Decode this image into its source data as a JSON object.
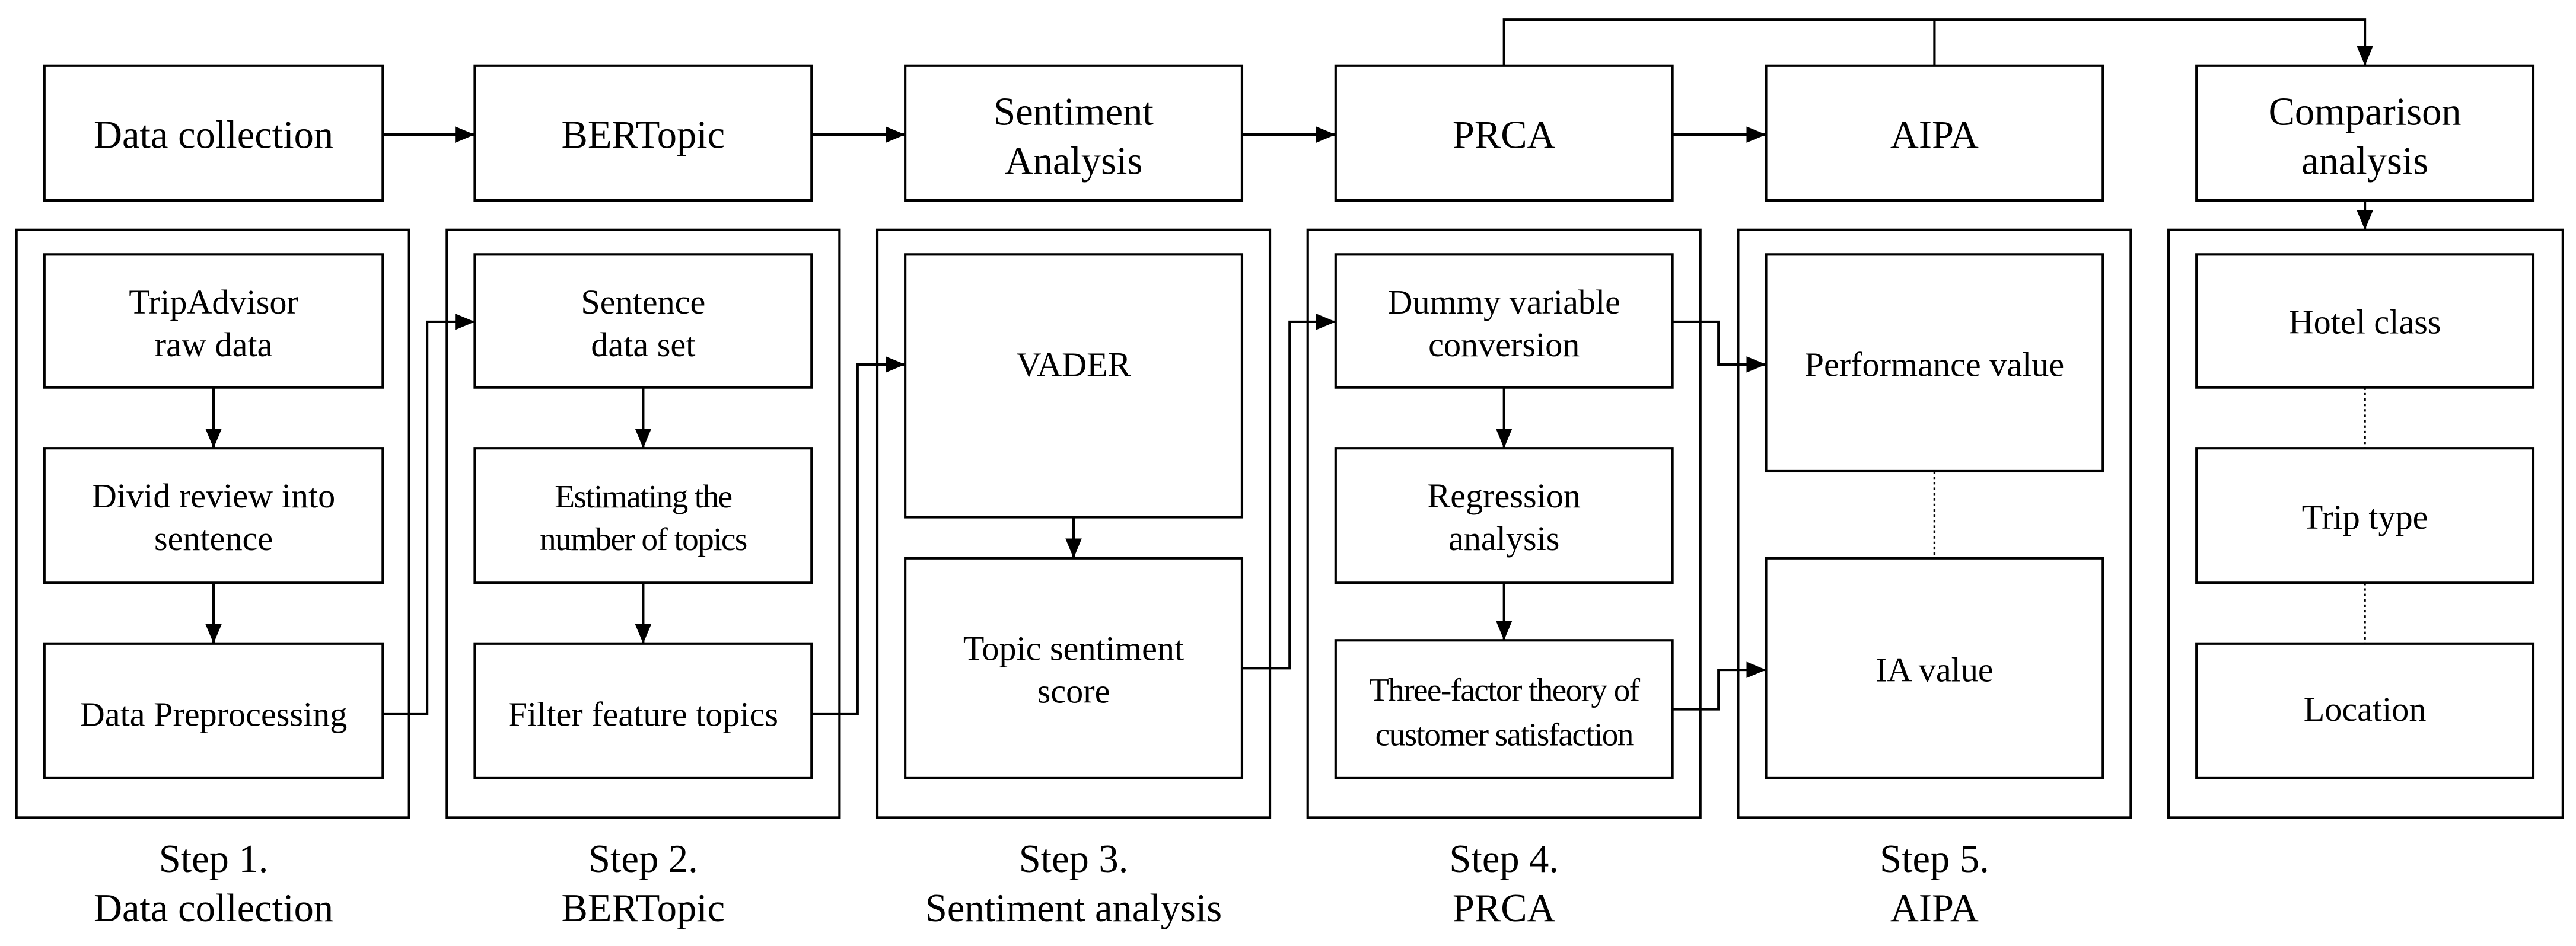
{
  "steps": [
    {
      "header": [
        "Data collection"
      ],
      "boxes": [
        [
          "TripAdvisor",
          "raw data"
        ],
        [
          "Divid review into",
          "sentence"
        ],
        [
          "Data Preprocessing"
        ]
      ],
      "label": "Step 1.",
      "label_name": "Data collection"
    },
    {
      "header": [
        "BERTopic"
      ],
      "boxes": [
        [
          "Sentence",
          "data set"
        ],
        [
          "Estimating the",
          "number of topics"
        ],
        [
          "Filter feature topics"
        ]
      ],
      "label": "Step 2.",
      "label_name": "BERTopic"
    },
    {
      "header": [
        "Sentiment",
        "Analysis"
      ],
      "boxes": [
        [
          "VADER"
        ],
        [
          "Topic sentiment",
          "score"
        ]
      ],
      "label": "Step 3.",
      "label_name": "Sentiment analysis"
    },
    {
      "header": [
        "PRCA"
      ],
      "boxes": [
        [
          "Dummy variable",
          "conversion"
        ],
        [
          "Regression",
          "analysis"
        ],
        [
          "Three-factor theory of",
          "customer satisfaction"
        ]
      ],
      "label": "Step 4.",
      "label_name": "PRCA"
    },
    {
      "header": [
        "AIPA"
      ],
      "boxes": [
        [
          "Performance value"
        ],
        [
          "IA value"
        ]
      ],
      "label": "Step 5.",
      "label_name": "AIPA"
    },
    {
      "header": [
        "Comparison",
        "analysis"
      ],
      "boxes": [
        [
          "Hotel class"
        ],
        [
          "Trip type"
        ],
        [
          "Location"
        ]
      ]
    }
  ]
}
